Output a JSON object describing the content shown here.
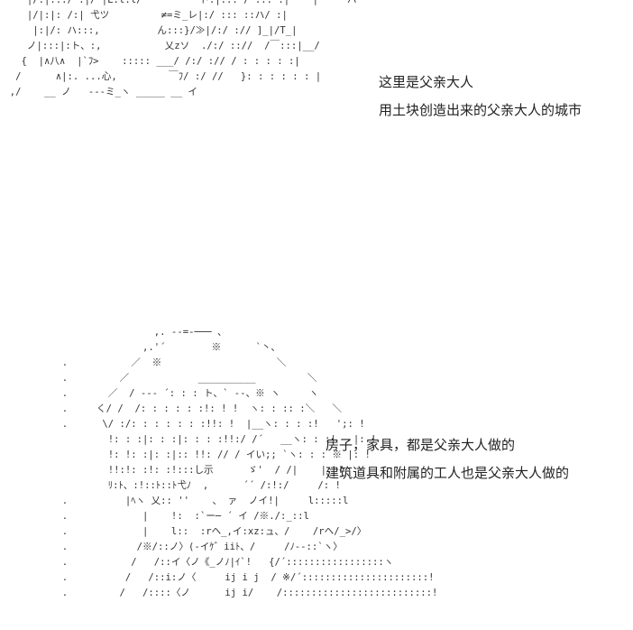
{
  "upper_panel": {
    "caption_line_1": "这里是父亲大人",
    "caption_line_2": "用土块创造出来的父亲大人的城市"
  },
  "lower_panel": {
    "caption_line_1": "房子，家具，都是父亲大人做的",
    "caption_line_2": "建筑道具和附属的工人也是父亲大人做的"
  }
}
